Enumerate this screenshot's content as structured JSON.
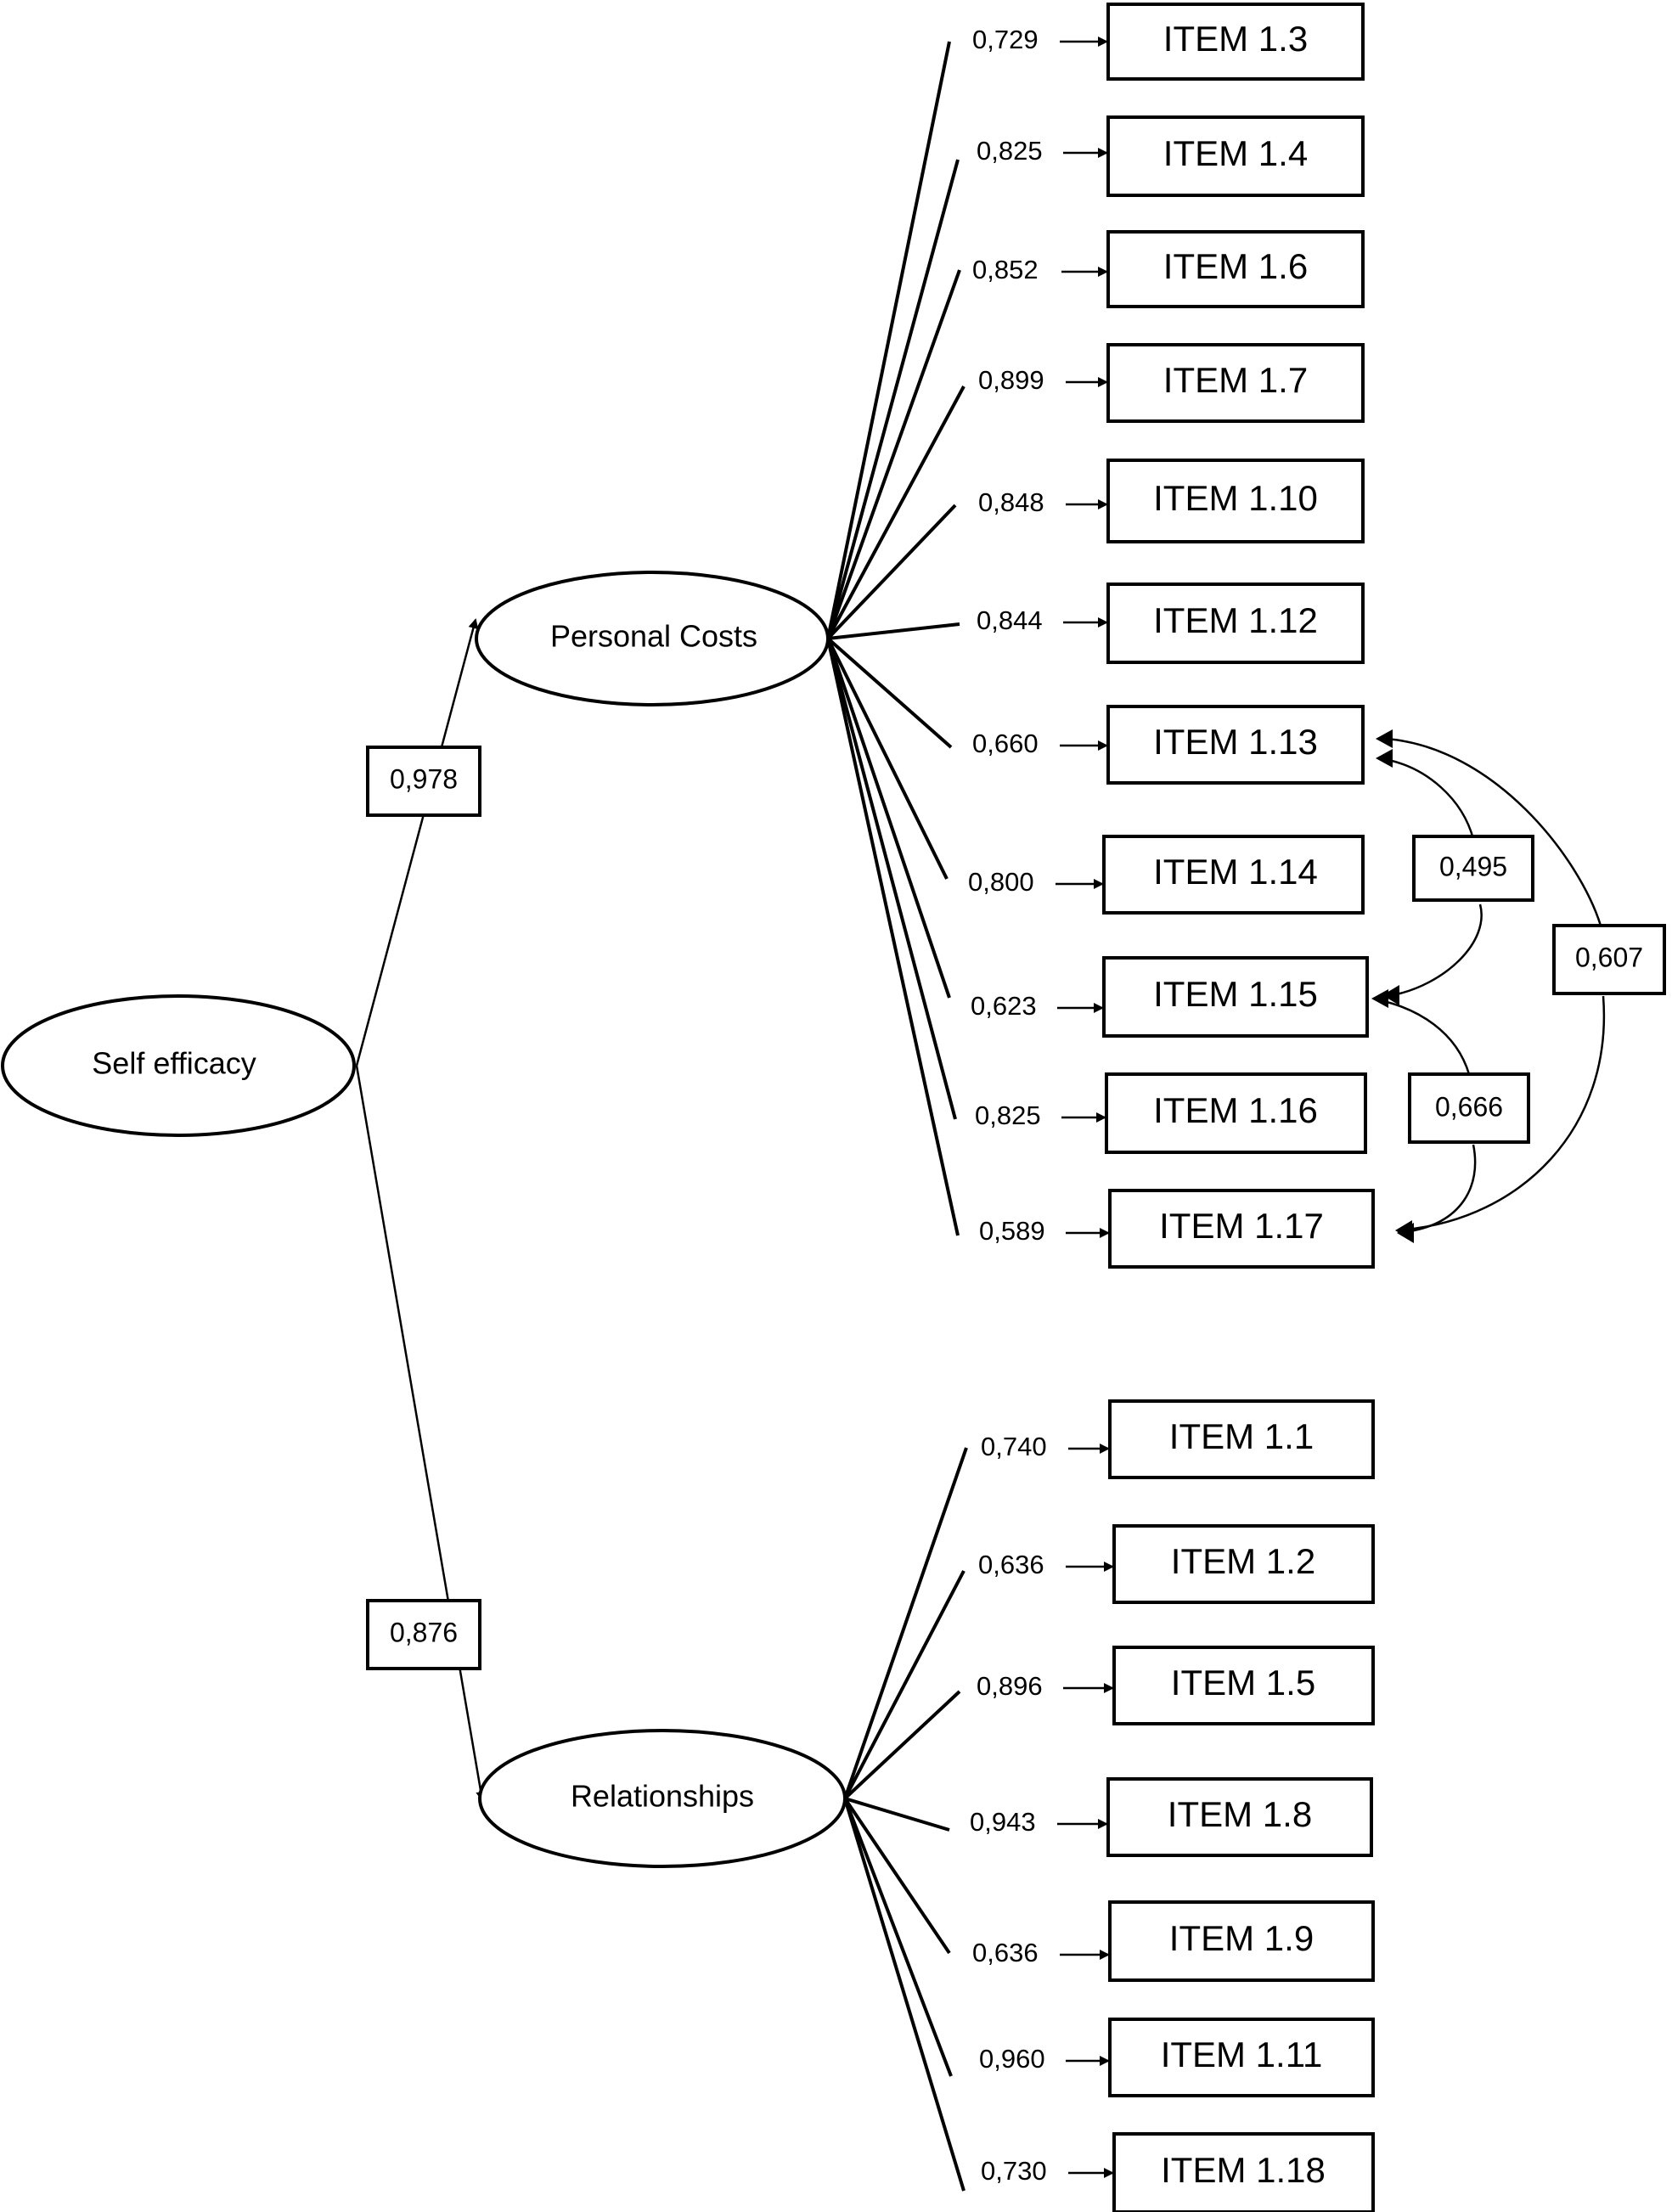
{
  "factors": {
    "second_order": "Self efficacy",
    "personal_costs": "Personal Costs",
    "relationships": "Relationships"
  },
  "second_order_loadings": {
    "personal_costs": "0,978",
    "relationships": "0,876"
  },
  "personal_costs_items": [
    {
      "label": "ITEM 1.3",
      "loading": "0,729"
    },
    {
      "label": "ITEM 1.4",
      "loading": "0,825"
    },
    {
      "label": "ITEM 1.6",
      "loading": "0,852"
    },
    {
      "label": "ITEM 1.7",
      "loading": "0,899"
    },
    {
      "label": "ITEM 1.10",
      "loading": "0,848"
    },
    {
      "label": "ITEM 1.12",
      "loading": "0,844"
    },
    {
      "label": "ITEM 1.13",
      "loading": "0,660"
    },
    {
      "label": "ITEM 1.14",
      "loading": "0,800"
    },
    {
      "label": "ITEM 1.15",
      "loading": "0,623"
    },
    {
      "label": "ITEM 1.16",
      "loading": "0,825"
    },
    {
      "label": "ITEM 1.17",
      "loading": "0,589"
    }
  ],
  "relationships_items": [
    {
      "label": "ITEM 1.1",
      "loading": "0,740"
    },
    {
      "label": "ITEM 1.2",
      "loading": "0,636"
    },
    {
      "label": "ITEM 1.5",
      "loading": "0,896"
    },
    {
      "label": "ITEM 1.8",
      "loading": "0,943"
    },
    {
      "label": "ITEM 1.9",
      "loading": "0,636"
    },
    {
      "label": "ITEM 1.11",
      "loading": "0,960"
    },
    {
      "label": "ITEM 1.18",
      "loading": "0,730"
    }
  ],
  "covariances": [
    {
      "from": "ITEM 1.13",
      "to": "ITEM 1.15",
      "value": "0,495"
    },
    {
      "from": "ITEM 1.13",
      "to": "ITEM 1.17",
      "value": "0,607"
    },
    {
      "from": "ITEM 1.15",
      "to": "ITEM 1.17",
      "value": "0,666"
    }
  ]
}
